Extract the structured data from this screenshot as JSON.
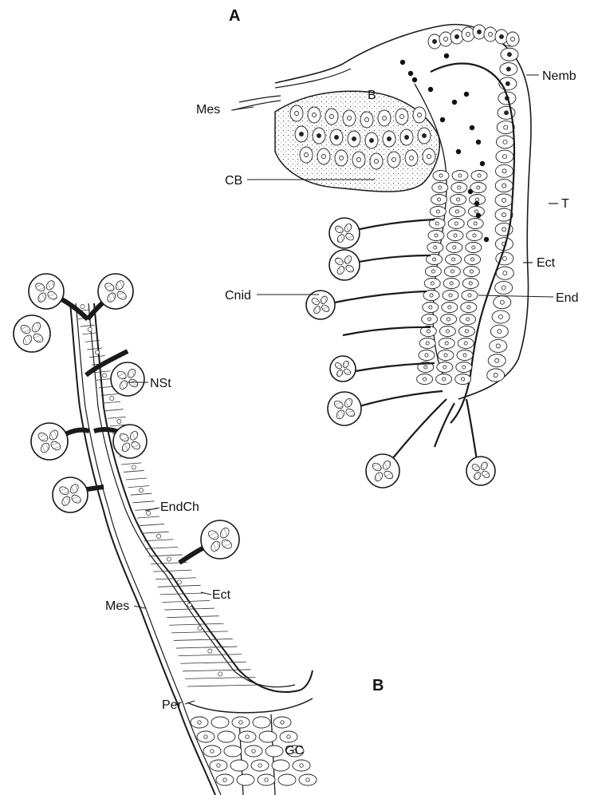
{
  "figure": {
    "panels": [
      {
        "id": "A",
        "label": "A"
      },
      {
        "id": "B",
        "label": "B"
      }
    ],
    "labels_a": {
      "nemb": "Nemb",
      "b": "B",
      "mes": "Mes",
      "cb": "CB",
      "t": "T",
      "ect": "Ect",
      "cnid": "Cnid",
      "end": "End"
    },
    "labels_b": {
      "nst": "NSt",
      "endch": "EndCh",
      "mes": "Mes",
      "ect": "Ect",
      "per": "Per",
      "gc": "GC"
    }
  }
}
